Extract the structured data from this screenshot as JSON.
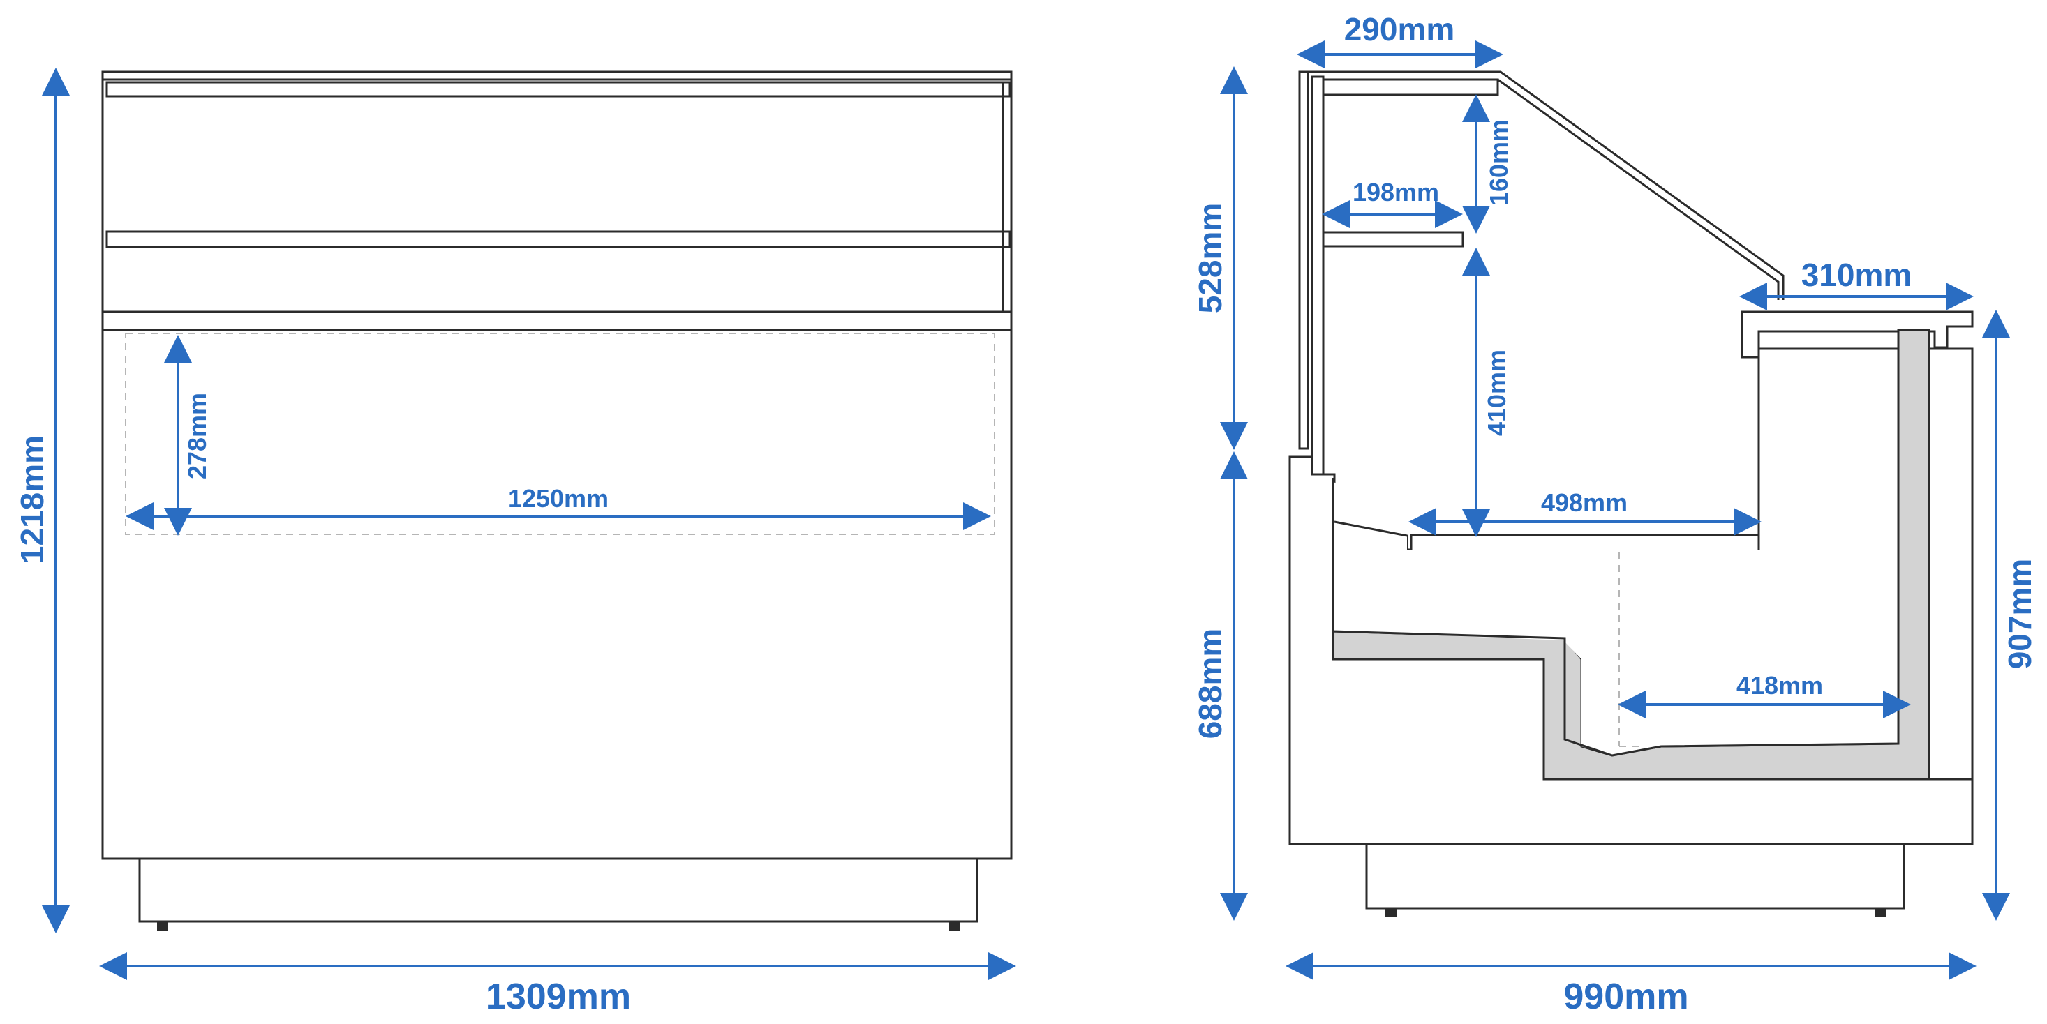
{
  "diagram": {
    "front_view": {
      "overall_height_label": "1218mm",
      "overall_width_label": "1309mm",
      "shelf_height_label": "278mm",
      "inner_width_label": "1250mm"
    },
    "side_view": {
      "top_shelf_depth_label": "290mm",
      "upper_shelf_depth_label": "198mm",
      "shelf_spacing_label": "160mm",
      "upper_section_height_label": "528mm",
      "lower_section_height_label": "688mm",
      "middle_height_label": "410mm",
      "counter_depth_label": "310mm",
      "shelf_depth_label": "498mm",
      "well_depth_label": "418mm",
      "rear_height_label": "907mm",
      "overall_depth_label": "990mm"
    },
    "colors": {
      "dimension": "#2a6dc2",
      "outline": "#2b2b2b",
      "well_fill": "#d3d3d3",
      "dashed": "#b5b5b5"
    }
  }
}
